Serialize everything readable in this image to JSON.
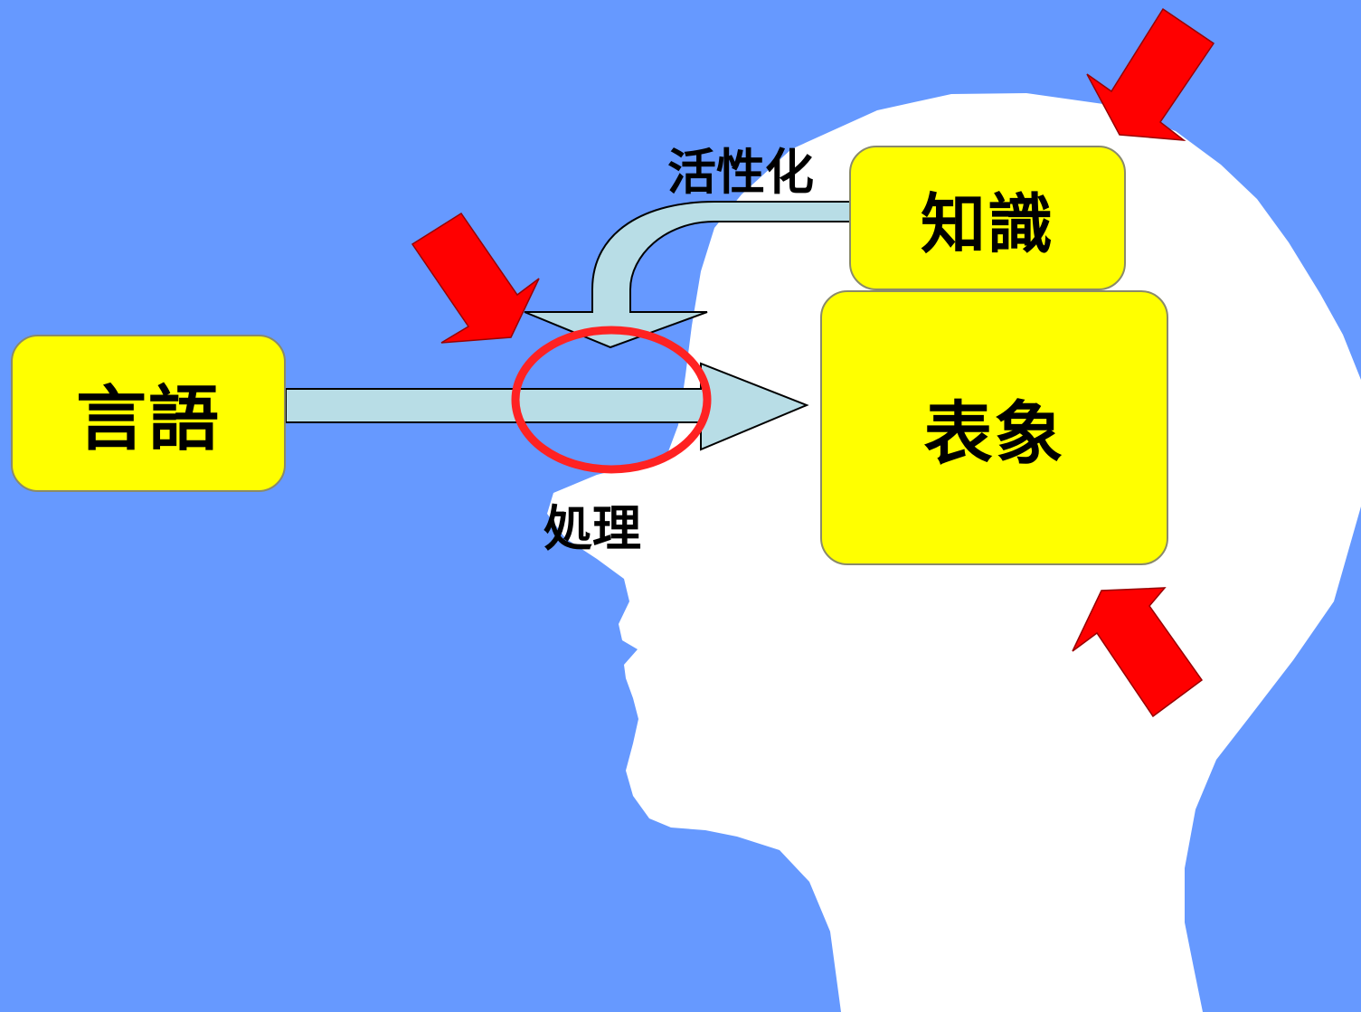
{
  "diagram": {
    "nodes": {
      "language": "言語",
      "knowledge": "知識",
      "representation": "表象"
    },
    "edge_labels": {
      "activation": "活性化",
      "processing": "処理"
    }
  },
  "colors": {
    "background": "#6699ff",
    "head_silhouette": "#ffffff",
    "node_fill": "#ffff00",
    "arrow_fill": "#b8dde6",
    "highlight_arrow": "#ff0000",
    "focus_ring": "#ff2222"
  }
}
